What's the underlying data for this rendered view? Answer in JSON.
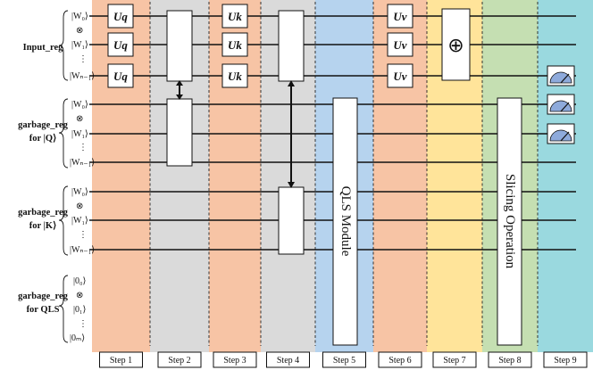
{
  "registers": {
    "input": {
      "label": "Input_reg",
      "kets": [
        "|W₀⟩",
        "⊗",
        "|W₁⟩",
        "⋮",
        "|Wₙ₋₁⟩"
      ]
    },
    "garbage_q": {
      "label_line1": "garbage_reg",
      "label_line2": "for |Q⟩",
      "kets": [
        "|W₀⟩",
        "⊗",
        "|W₁⟩",
        "⋮",
        "|Wₙ₋₁⟩"
      ]
    },
    "garbage_k": {
      "label_line1": "garbage_reg",
      "label_line2": "for |K⟩",
      "kets": [
        "|W₀⟩",
        "⊗",
        "|W₁⟩",
        "⋮",
        "|Wₙ₋₁⟩"
      ]
    },
    "garbage_qls": {
      "label_line1": "garbage_reg",
      "label_line2": "for QLS",
      "kets": [
        "|0₀⟩",
        "⊗",
        "|0₁⟩",
        "⋮",
        "|0ₘ⟩"
      ]
    }
  },
  "gates": {
    "uq": "Uq",
    "uk": "Uk",
    "uv": "Uv",
    "oplus": "⊕",
    "qls_module": "QLS Module",
    "slicing": "Slicing Operation"
  },
  "steps": [
    "Step 1",
    "Step 2",
    "Step 3",
    "Step 4",
    "Step 5",
    "Step 6",
    "Step 7",
    "Step 8",
    "Step 9"
  ],
  "colors": {
    "step1": "#F7C4A5",
    "step2": "#DADADA",
    "step3": "#F7C4A5",
    "step4": "#DADADA",
    "step5": "#B6D3EE",
    "step6": "#F7C4A5",
    "step7": "#FFE49A",
    "step8": "#C5DFB2",
    "step9": "#9AD9DF",
    "meter": "#8EAADB"
  }
}
